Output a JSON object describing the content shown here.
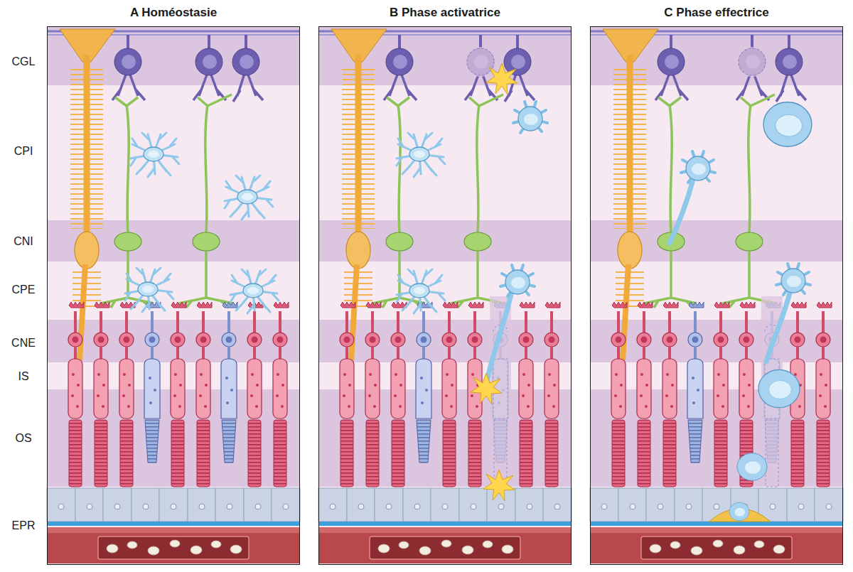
{
  "diagram": {
    "nodes": [
      {
        "text": [
          "A Homéostasie"
        ]
      },
      {
        "text": [
          "B Phase activatrice"
        ]
      },
      {
        "text": [
          "C Phase effectrice"
        ]
      }
    ],
    "labels": [
      "CGL",
      "CPI",
      "CNI",
      "CPE",
      "CNE",
      "IS",
      "OS",
      "EPR"
    ]
  }
}
